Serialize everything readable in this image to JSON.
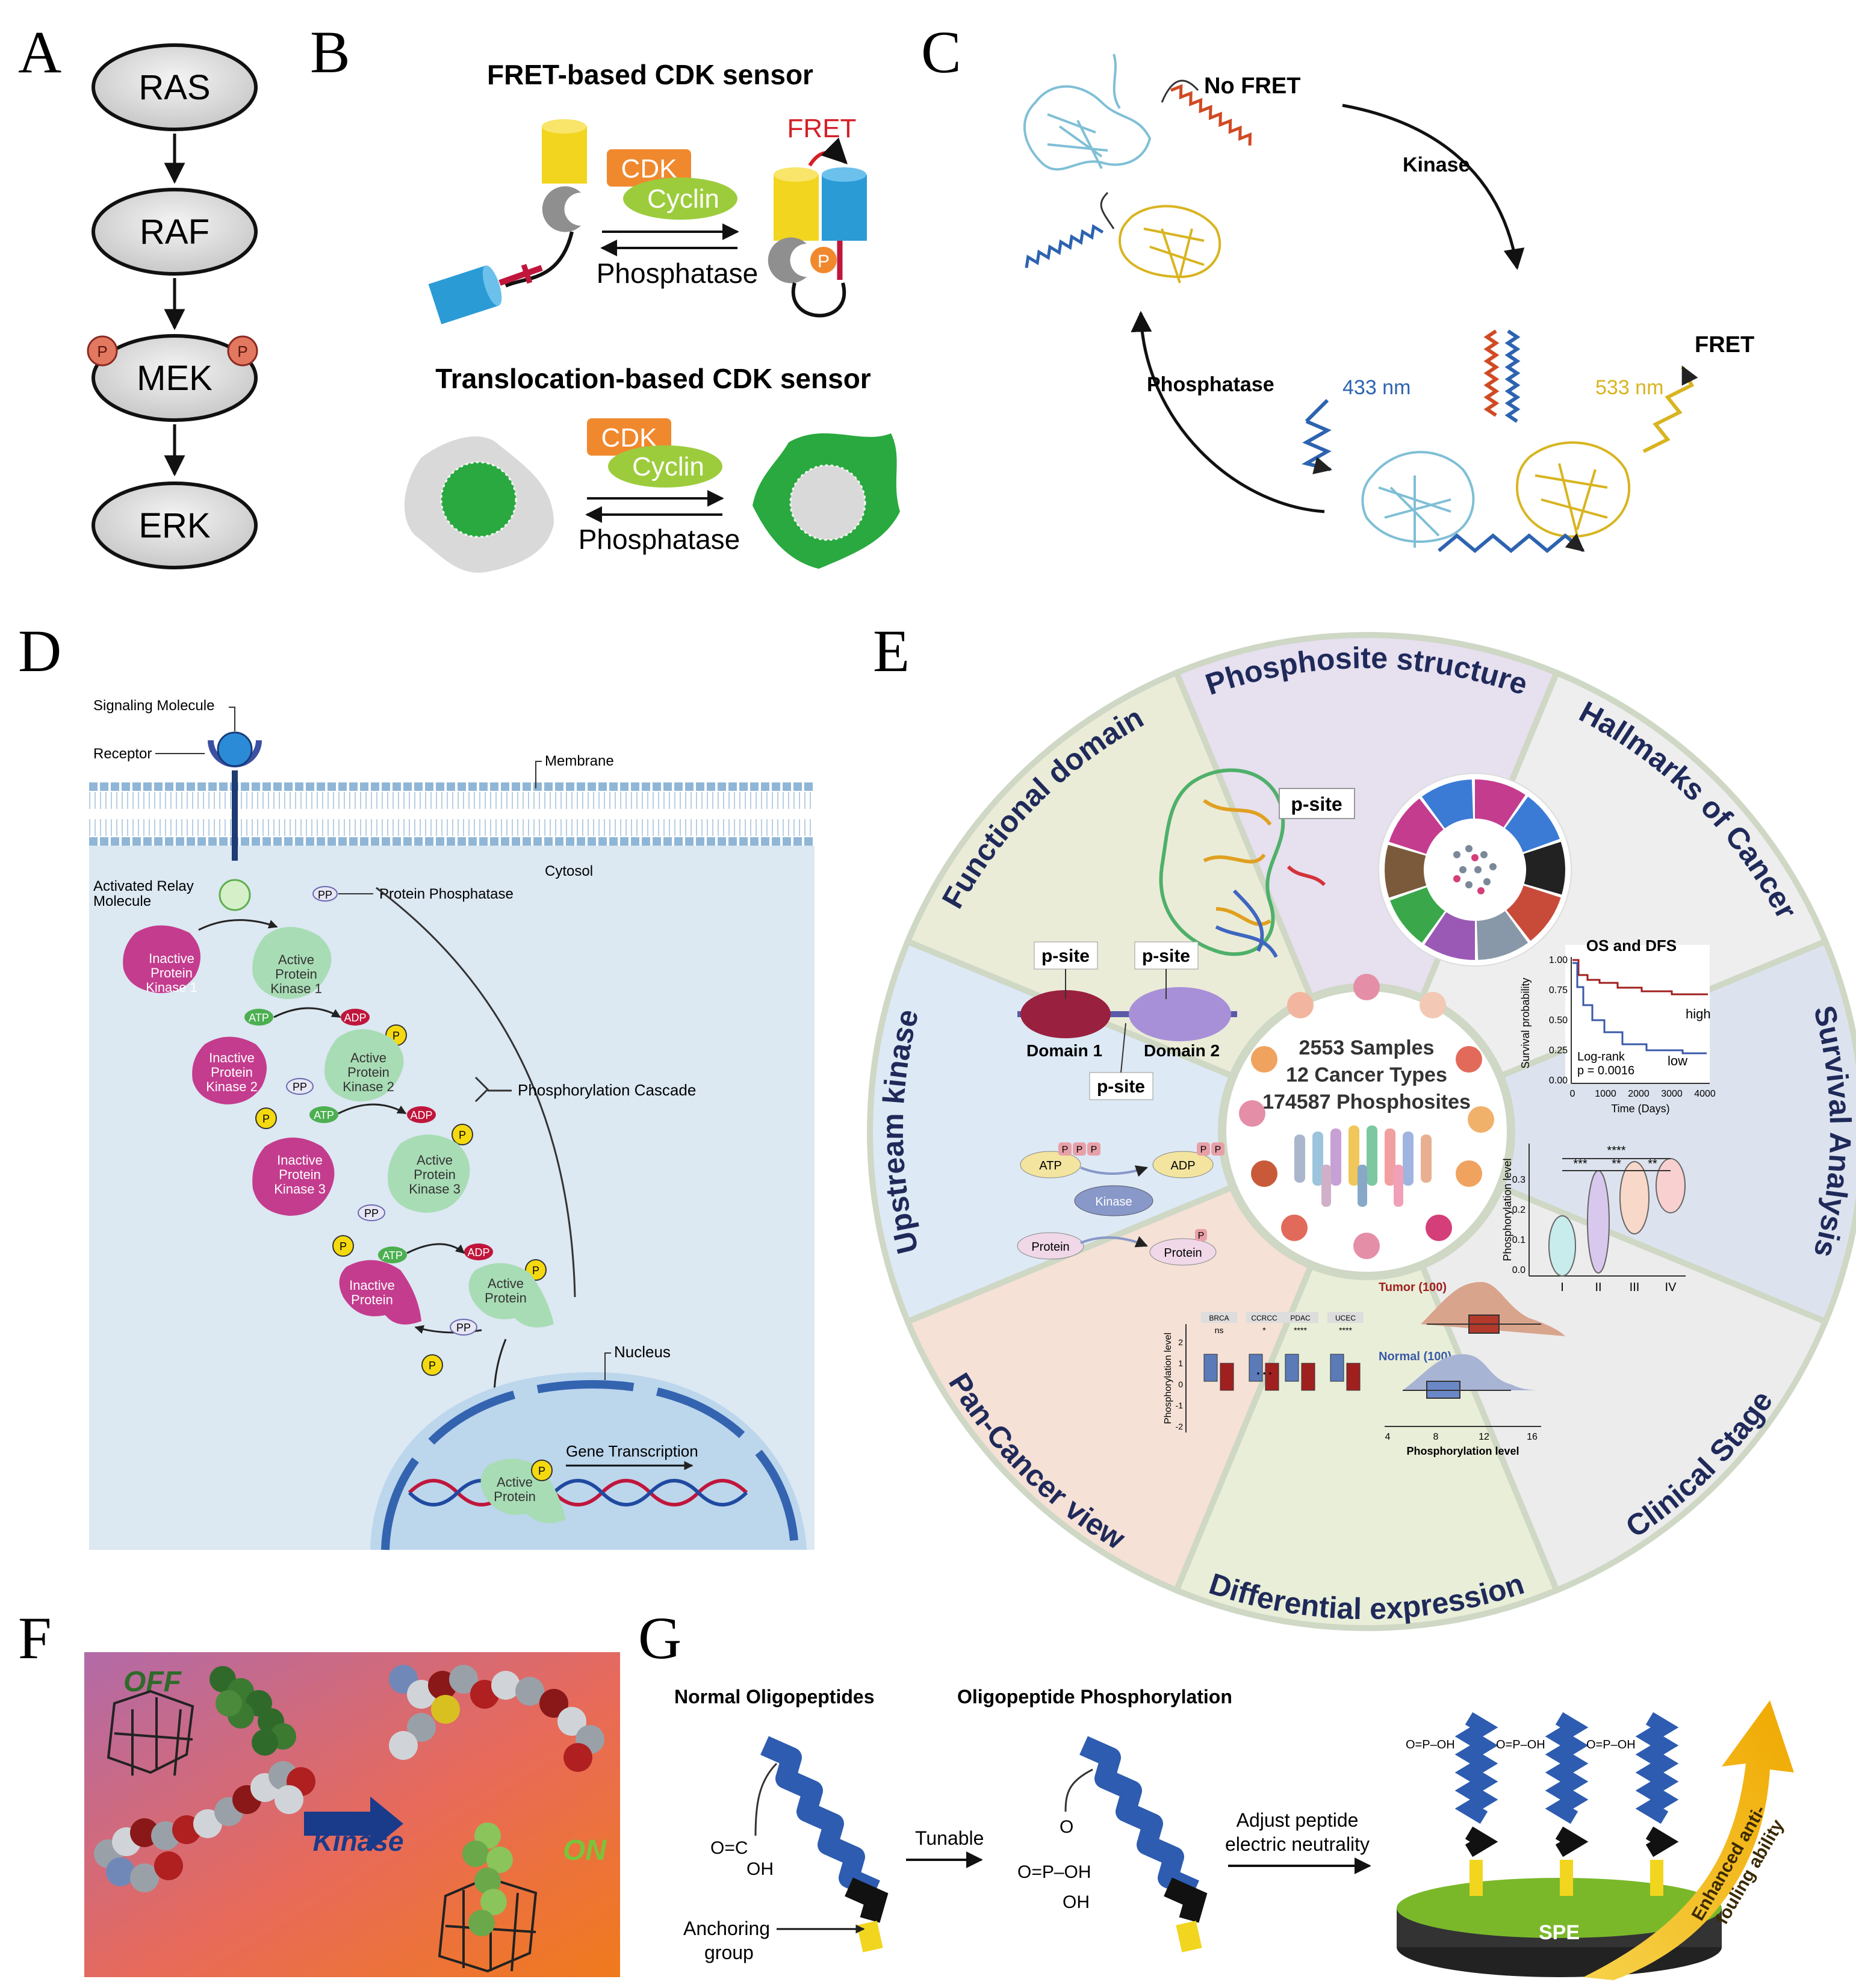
{
  "panels": {
    "A": {
      "letter": "A",
      "nodes": [
        "RAS",
        "RAF",
        "MEK",
        "ERK"
      ],
      "phospho": "P"
    },
    "B": {
      "letter": "B",
      "fret_title": "FRET-based CDK sensor",
      "translocation_title": "Translocation-based CDK sensor",
      "cdk": "CDK",
      "cyclin": "Cyclin",
      "phosphatase": "Phosphatase",
      "fret": "FRET",
      "phospho": "P"
    },
    "C": {
      "letter": "C",
      "no_fret": "No FRET",
      "kinase": "Kinase",
      "phosphatase": "Phosphatase",
      "fret": "FRET",
      "wl_433": "433 nm",
      "wl_533": "533 nm"
    },
    "D": {
      "letter": "D",
      "signaling_molecule": "Signaling Molecule",
      "receptor": "Receptor",
      "membrane": "Membrane",
      "cytosol": "Cytosol",
      "activated_relay": [
        "Activated Relay",
        "Molecule"
      ],
      "pp": "PP",
      "protein_phosphatase": "Protein Phosphatase",
      "inactive_k1": [
        "Inactive",
        "Protein",
        "Kinase 1"
      ],
      "active_k1": [
        "Active",
        "Protein",
        "Kinase 1"
      ],
      "inactive_k2": [
        "Inactive",
        "Protein",
        "Kinase 2"
      ],
      "active_k2": [
        "Active",
        "Protein",
        "Kinase 2"
      ],
      "inactive_k3": [
        "Inactive",
        "Protein",
        "Kinase 3"
      ],
      "active_k3": [
        "Active",
        "Protein",
        "Kinase 3"
      ],
      "inactive_protein": [
        "Inactive",
        "Protein"
      ],
      "active_protein": [
        "Active",
        "Protein"
      ],
      "atp": "ATP",
      "adp": "ADP",
      "p": "P",
      "phosphorylation_cascade": "Phosphorylation Cascade",
      "nucleus": "Nucleus",
      "gene_transcription": "Gene Transcription"
    },
    "E": {
      "letter": "E",
      "sectors": [
        "Phosphosite structure",
        "Hallmarks of Cancer",
        "Survival Analysis",
        "Clinical Stage",
        "Differential expression",
        "Pan-Cancer view",
        "Upstream kinase",
        "Functional domain"
      ],
      "center": [
        "2553 Samples",
        "12 Cancer Types",
        "174587 Phosphosites"
      ],
      "psite": "p-site",
      "domain1": "Domain 1",
      "domain2": "Domain 2",
      "survival": {
        "title": "OS and DFS",
        "ylabel": "Survival probability",
        "xlabel": "Time (Days)",
        "yticks": [
          "1.00",
          "0.75",
          "0.50",
          "0.25",
          "0.00"
        ],
        "xticks": [
          "0",
          "1000",
          "2000",
          "3000",
          "4000"
        ],
        "high": "high",
        "low": "low",
        "logrank": "Log-rank",
        "pvalue": "p = 0.0016"
      },
      "stage": {
        "ylabel": "Phosphorylation level",
        "yticks": [
          "0.3",
          "0.2",
          "0.1",
          "0.0"
        ],
        "xticks": [
          "I",
          "II",
          "III",
          "IV"
        ],
        "sig1": "****",
        "sig2": "***",
        "sig3": "**",
        "sig4": "**"
      },
      "diff": {
        "tumor": "Tumor (100)",
        "normal": "Normal (100)",
        "xlabel": "Phosphorylation level",
        "xticks": [
          "4",
          "8",
          "12",
          "16"
        ]
      },
      "pancancer": {
        "ylabel": "Phosphorylation level",
        "groups": [
          "BRCA",
          "CCRCC",
          "PDAC",
          "UCEC"
        ],
        "sigs": [
          "ns",
          "*",
          "****",
          "****"
        ],
        "yticks": [
          "2",
          "1",
          "0",
          "-1",
          "-2"
        ],
        "dots": "···"
      },
      "upstream": {
        "atp": "ATP",
        "adp": "ADP",
        "kinase": "Kinase",
        "protein": "Protein",
        "p": "P"
      }
    },
    "F": {
      "letter": "F",
      "off": "OFF",
      "on": "ON",
      "kinase": "Kinase"
    },
    "G": {
      "letter": "G",
      "normal_title": "Normal Oligopeptides",
      "phos_title": "Oligopeptide Phosphorylation",
      "tunable": "Tunable",
      "adjust": [
        "Adjust peptide",
        "electric neutrality"
      ],
      "anchoring": [
        "Anchoring",
        "group"
      ],
      "spe": "SPE",
      "enhanced": [
        "Enhanced anti-",
        "fouling ability"
      ],
      "carboxyl": [
        "O=C",
        "OH"
      ],
      "phosphate": [
        "O",
        "O=P–OH",
        "OH"
      ]
    }
  },
  "colors": {
    "yellow": "#f2d51f",
    "blue": "#2b9bd6",
    "orange": "#f0892e",
    "green": "#9ccc3c",
    "crimson": "#c0163c",
    "phospho": "#e2785f",
    "cytosol": "#dce8f2",
    "pink": "#c43c8e",
    "mint": "#a8dcb5"
  }
}
